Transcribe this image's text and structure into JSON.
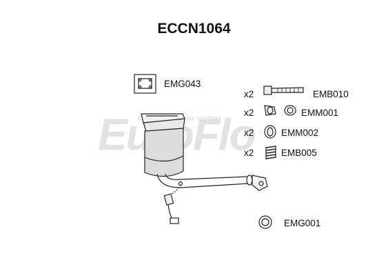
{
  "title": "ECCN1064",
  "watermark": {
    "brand": "EuroFlo",
    "tagline": "EXHAUST & EMISSION SYSTEMS"
  },
  "parts": [
    {
      "code": "EMG043",
      "qty": ""
    },
    {
      "code": "EMB010",
      "qty": "x2"
    },
    {
      "code": "EMM001",
      "qty": "x2"
    },
    {
      "code": "EMM002",
      "qty": "x2"
    },
    {
      "code": "EMB005",
      "qty": "x2"
    },
    {
      "code": "EMG001",
      "qty": ""
    }
  ],
  "colors": {
    "line": "#222222",
    "metal": "#dcdcdc",
    "watermark": "#e2e2e6",
    "watermark_accent": "#d9534f"
  }
}
